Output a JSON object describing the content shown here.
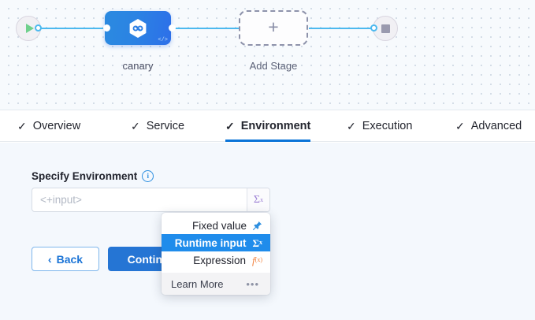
{
  "canvas": {
    "start_node": {
      "name": "pipeline-start",
      "icon": "play-icon"
    },
    "end_node": {
      "name": "pipeline-end",
      "icon": "stop-icon"
    },
    "stage": {
      "label": "canary",
      "icon": "harness-hexagon-icon",
      "badge": "</>"
    },
    "add_stage": {
      "label": "Add Stage",
      "icon": "plus-icon"
    },
    "colors": {
      "edge": "#4cb9ef",
      "stage_gradient_from": "#2b8ae0",
      "stage_gradient_to": "#2d6fe9",
      "play": "#6fd08c",
      "stop": "#9a9aae"
    }
  },
  "tabs": [
    {
      "label": "Overview",
      "check": "✓",
      "active": false
    },
    {
      "label": "Service",
      "check": "✓",
      "active": false
    },
    {
      "label": "Environment",
      "check": "✓",
      "active": true
    },
    {
      "label": "Execution",
      "check": "✓",
      "active": false
    },
    {
      "label": "Advanced",
      "check": "✓",
      "active": false
    }
  ],
  "form": {
    "field_label": "Specify Environment",
    "info_icon": "i",
    "input": {
      "value": "",
      "placeholder": "<+input>",
      "sigma_button": "Σ",
      "sigma_sup": "x"
    },
    "buttons": {
      "back": "Back",
      "back_chevron": "‹",
      "continue": "Continue"
    }
  },
  "dropdown": {
    "items": [
      {
        "label": "Fixed value",
        "icon": "pin-icon",
        "glyph": "📌",
        "selected": false
      },
      {
        "label": "Runtime input",
        "icon": "sigma-icon",
        "glyph": "Σ",
        "selected": true
      },
      {
        "label": "Expression",
        "icon": "fx-icon",
        "glyph": "f",
        "selected": false
      }
    ],
    "footer": {
      "label": "Learn More",
      "icon": "ellipsis-icon",
      "glyph": "•••"
    },
    "accent": "#1f8ceb"
  }
}
